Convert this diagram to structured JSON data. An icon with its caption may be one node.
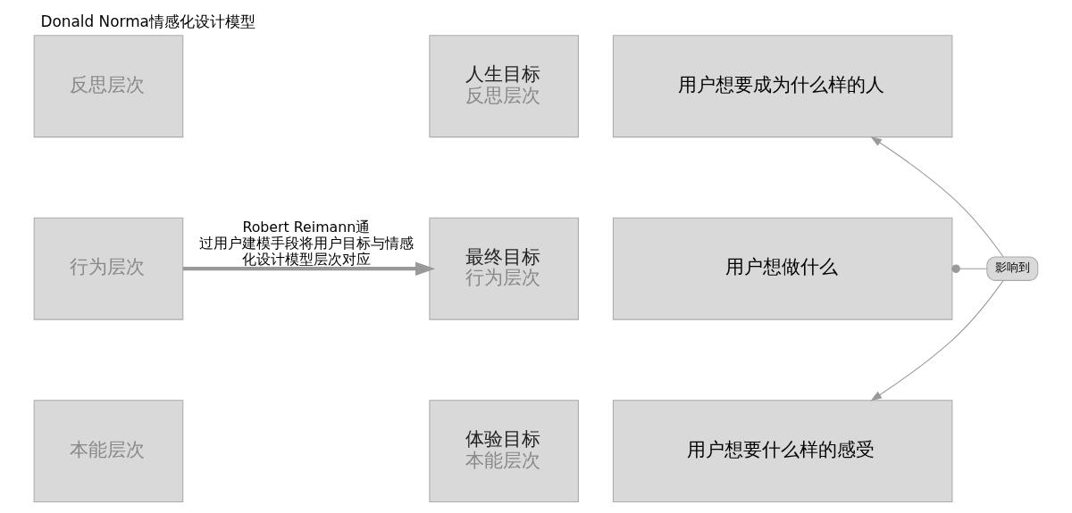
{
  "diagram": {
    "title": "Donald Norma情感化设计模型",
    "nodes": [
      {
        "text": [
          "反思层次"
        ]
      },
      {
        "text": [
          "行为层次"
        ]
      },
      {
        "text": [
          "本能层次"
        ]
      },
      {
        "text": [
          "人生目标",
          "反思层次"
        ]
      },
      {
        "text": [
          "用户想要成为什么样的人"
        ]
      },
      {
        "text": [
          "最终目标",
          "行为层次"
        ]
      },
      {
        "text": [
          "用户想做什么"
        ]
      },
      {
        "text": [
          "体验目标",
          "本能层次"
        ]
      },
      {
        "text": [
          "用户想要什么样的感受"
        ]
      },
      {
        "text": [
          "影响到"
        ]
      }
    ],
    "edges": [
      {
        "from": 1,
        "to": 5,
        "arrow": "to",
        "label": "Robert Reimann通过用户建模手段将用户目标与情感化设计模型层次对应",
        "style": "thick"
      },
      {
        "from": 6,
        "to": 9,
        "arrow": "other"
      },
      {
        "from": 9,
        "to": 4,
        "arrow": "to"
      },
      {
        "from": 9,
        "to": 8,
        "arrow": "to"
      }
    ]
  }
}
